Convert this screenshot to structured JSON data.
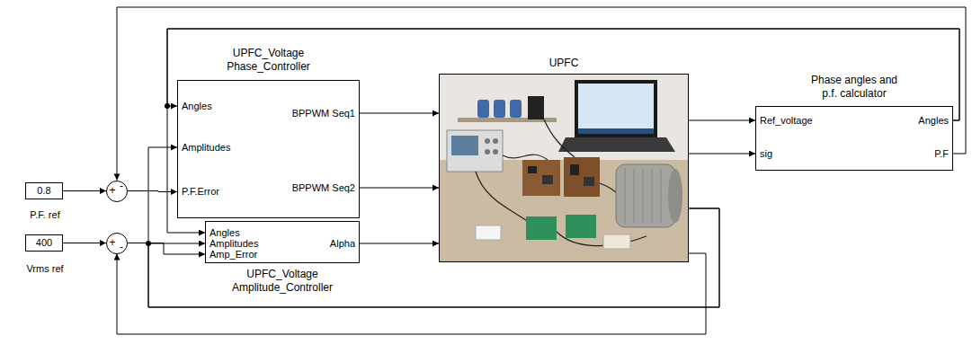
{
  "diagram": {
    "nodes": [
      {
        "text": [
          "0.8",
          "P.F. ref"
        ]
      },
      {
        "text": [
          "+",
          "-"
        ]
      },
      {
        "text": [
          "400",
          "Vrms ref"
        ]
      },
      {
        "text": [
          "+",
          "-"
        ]
      },
      {
        "text": [
          "UPFC_Voltage Phase_Controller",
          "Angles",
          "Amplitudes",
          "P.F.Error",
          "BPPWM Seq1",
          "BPPWM Seq2"
        ]
      },
      {
        "text": [
          "UPFC_Voltage Amplitude_Controller",
          "Angles",
          "Amplitudes",
          "Amp_Error",
          "Alpha"
        ]
      },
      {
        "text": [
          "UPFC"
        ]
      },
      {
        "text": [
          "Phase angles and p.f. calculator",
          "Ref_voltage",
          "sig",
          "Angles",
          "P.F"
        ]
      }
    ],
    "edges": [
      {
        "from": 0,
        "to": 1,
        "arrow": "to"
      },
      {
        "from": 2,
        "to": 3,
        "arrow": "to"
      },
      {
        "from": 1,
        "to": 4,
        "arrow": "to"
      },
      {
        "from": 3,
        "to": 5,
        "arrow": "to"
      },
      {
        "from": 4,
        "to": 6,
        "arrow": "to"
      },
      {
        "from": 4,
        "to": 6,
        "arrow": "to"
      },
      {
        "from": 5,
        "to": 6,
        "arrow": "to"
      },
      {
        "from": 6,
        "to": 7,
        "arrow": "to"
      },
      {
        "from": 6,
        "to": 7,
        "arrow": "to"
      },
      {
        "from": 7,
        "to": 1,
        "arrow": "to"
      },
      {
        "from": 7,
        "to": 4,
        "arrow": "to"
      },
      {
        "from": 7,
        "to": 5,
        "arrow": "to"
      },
      {
        "from": 6,
        "to": 4,
        "arrow": "to"
      },
      {
        "from": 6,
        "to": 5,
        "arrow": "to"
      },
      {
        "from": 6,
        "to": 3,
        "arrow": "to"
      }
    ]
  }
}
